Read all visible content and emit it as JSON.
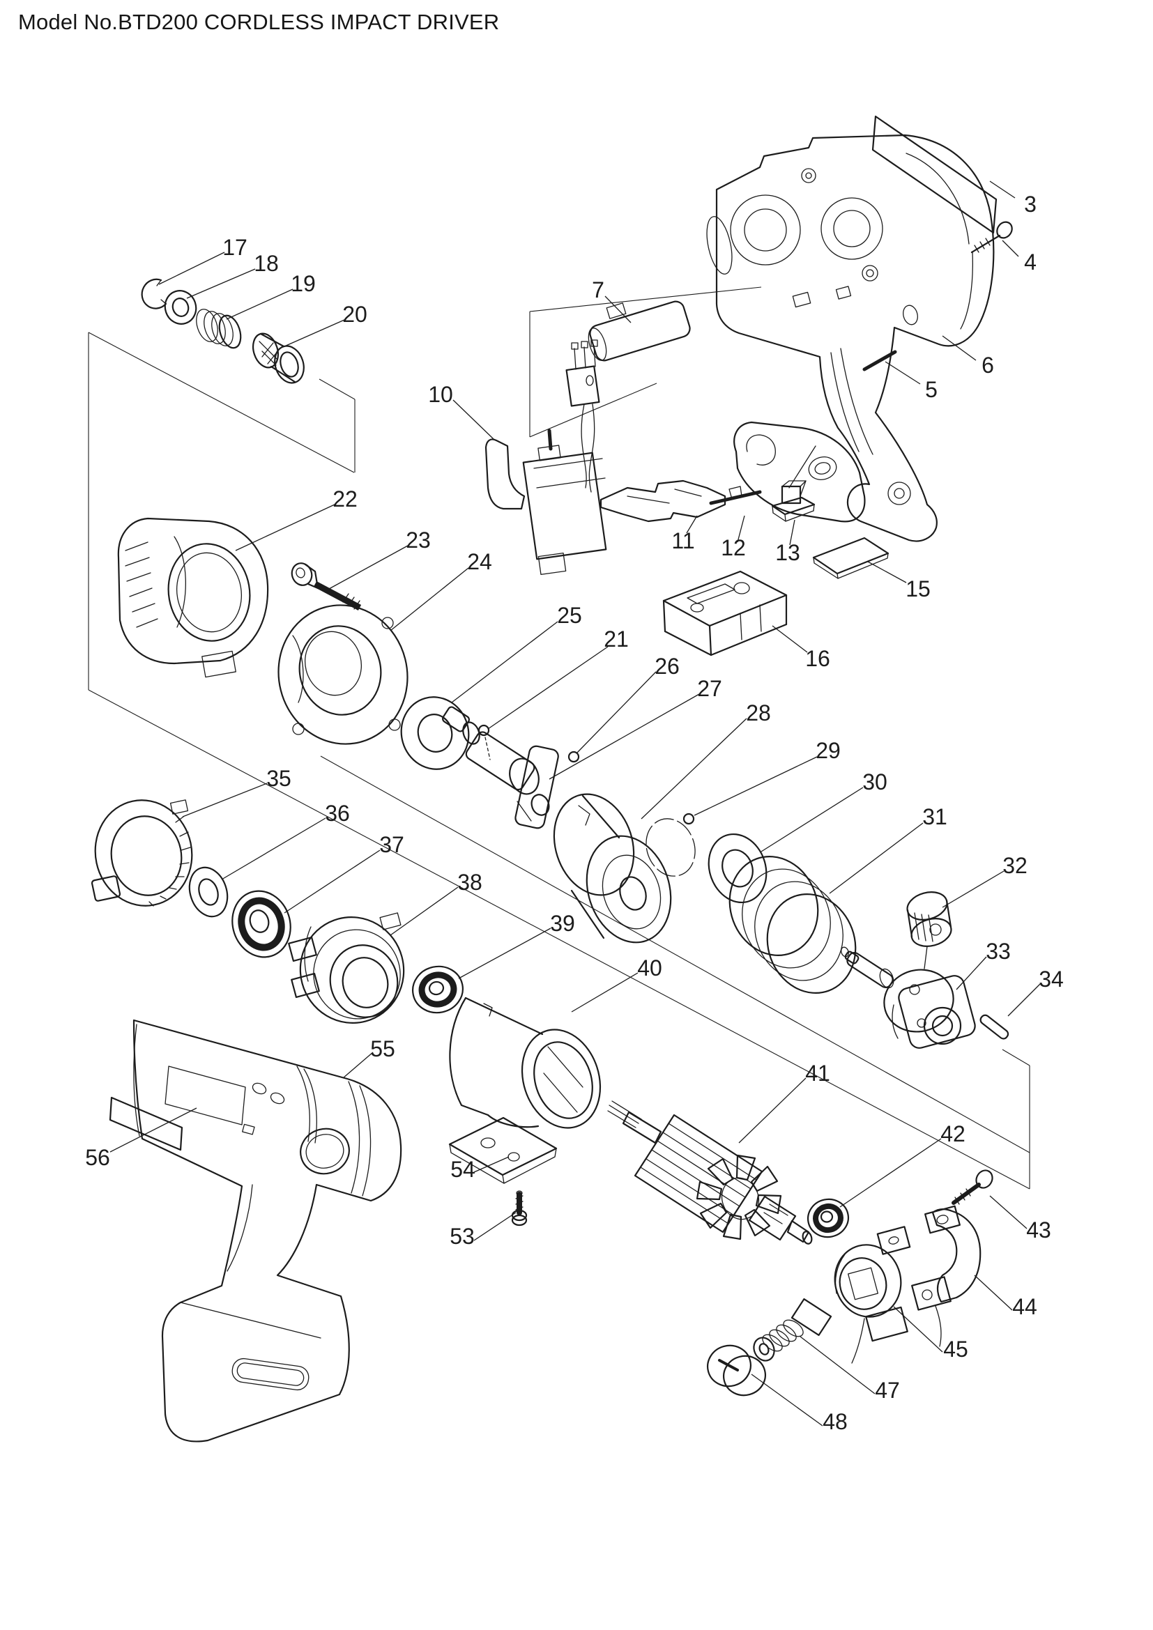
{
  "title": "Model No.BTD200 CORDLESS IMPACT DRIVER",
  "diagram": {
    "callouts": {
      "c3": "3",
      "c4": "4",
      "c5": "5",
      "c6": "6",
      "c7": "7",
      "c10": "10",
      "c11": "11",
      "c12": "12",
      "c13": "13",
      "c15": "15",
      "c16": "16",
      "c17": "17",
      "c18": "18",
      "c19": "19",
      "c20": "20",
      "c21": "21",
      "c22": "22",
      "c23": "23",
      "c24": "24",
      "c25": "25",
      "c26": "26",
      "c27": "27",
      "c28": "28",
      "c29": "29",
      "c30": "30",
      "c31": "31",
      "c32": "32",
      "c33": "33",
      "c34": "34",
      "c35": "35",
      "c36": "36",
      "c37": "37",
      "c38": "38",
      "c39": "39",
      "c40": "40",
      "c41": "41",
      "c42": "42",
      "c43": "43",
      "c44": "44",
      "c45": "45",
      "c47": "47",
      "c48": "48",
      "c53": "53",
      "c54": "54",
      "c55": "55",
      "c56": "56"
    }
  },
  "colors": {
    "ink": "#1c1c1c",
    "background": "#ffffff"
  }
}
